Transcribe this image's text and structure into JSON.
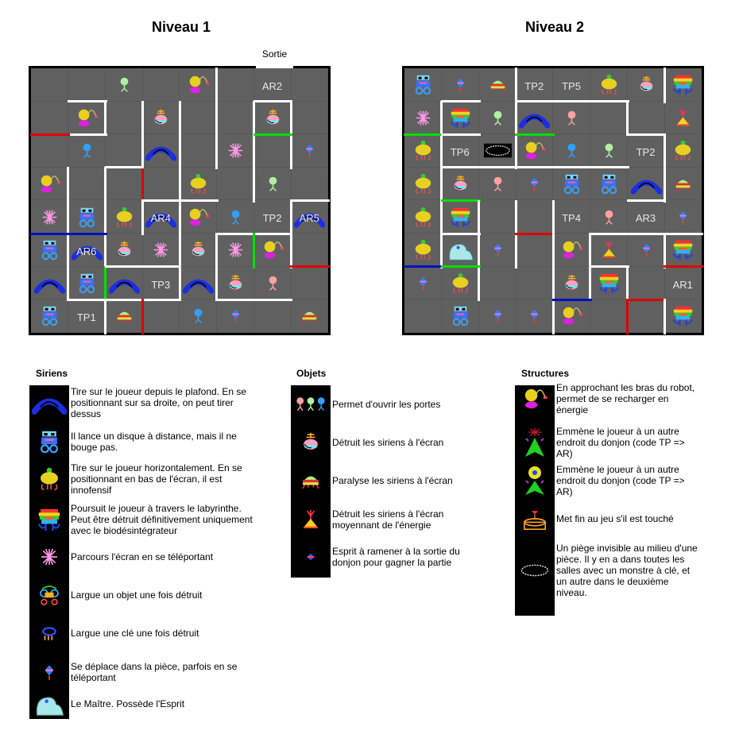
{
  "level1": {
    "title": "Niveau 1",
    "exit_label": "Sortie",
    "grid": [
      [
        null,
        null,
        {
          "sprite": "key-green"
        },
        null,
        {
          "sprite": "robot"
        },
        null,
        {
          "label": "AR2"
        },
        null
      ],
      [
        null,
        {
          "sprite": "robot"
        },
        null,
        {
          "sprite": "bomb"
        },
        null,
        null,
        {
          "sprite": "bomb"
        },
        null
      ],
      [
        null,
        {
          "sprite": "key-blue"
        },
        null,
        {
          "sprite": "ceiling"
        },
        null,
        {
          "sprite": "teleporter"
        },
        null,
        {
          "sprite": "spinner"
        }
      ],
      [
        {
          "sprite": "robot"
        },
        null,
        null,
        null,
        {
          "sprite": "shooter"
        },
        null,
        {
          "sprite": "key-green"
        },
        null
      ],
      [
        {
          "sprite": "teleporter"
        },
        {
          "sprite": "disc"
        },
        {
          "sprite": "shooter"
        },
        {
          "sprite": "ceiling",
          "label": "AR4"
        },
        {
          "sprite": "robot"
        },
        {
          "sprite": "key-blue"
        },
        {
          "label": "TP2"
        },
        {
          "sprite": "ceiling",
          "label": "AR5"
        }
      ],
      [
        {
          "sprite": "disc"
        },
        {
          "sprite": "ceiling",
          "label": "AR6"
        },
        {
          "sprite": "bomb"
        },
        {
          "sprite": "teleporter"
        },
        {
          "sprite": "bomb"
        },
        {
          "sprite": "teleporter"
        },
        {
          "sprite": "robot"
        },
        null
      ],
      [
        {
          "sprite": "ceiling"
        },
        {
          "sprite": "disc"
        },
        {
          "sprite": "ceiling"
        },
        {
          "label": "TP3"
        },
        {
          "sprite": "ceiling"
        },
        {
          "sprite": "bomb"
        },
        {
          "sprite": "key-pink"
        },
        null
      ],
      [
        {
          "sprite": "disc"
        },
        {
          "label": "TP1"
        },
        {
          "sprite": "paralyse"
        },
        null,
        {
          "sprite": "key-blue"
        },
        {
          "sprite": "spinner"
        },
        null,
        {
          "sprite": "paralyse"
        }
      ]
    ]
  },
  "level2": {
    "title": "Niveau 2",
    "grid": [
      [
        {
          "sprite": "disc"
        },
        {
          "sprite": "spinner"
        },
        {
          "sprite": "paralyse"
        },
        {
          "label": "TP2"
        },
        {
          "label": "TP5"
        },
        {
          "sprite": "shooter"
        },
        {
          "sprite": "bomb"
        },
        {
          "sprite": "chaser"
        }
      ],
      [
        {
          "sprite": "teleporter"
        },
        {
          "sprite": "chaser"
        },
        {
          "sprite": "key-green"
        },
        {
          "sprite": "ceiling"
        },
        {
          "sprite": "key-pink"
        },
        null,
        null,
        {
          "sprite": "energy-weapon"
        }
      ],
      [
        {
          "sprite": "shooter"
        },
        {
          "label": "TP6"
        },
        {
          "sprite": "trap"
        },
        {
          "sprite": "robot"
        },
        {
          "sprite": "key-blue"
        },
        {
          "sprite": "key-green"
        },
        {
          "label": "TP2"
        },
        {
          "sprite": "shooter"
        }
      ],
      [
        {
          "sprite": "shooter"
        },
        {
          "sprite": "bomb"
        },
        {
          "sprite": "key-pink"
        },
        {
          "sprite": "spinner"
        },
        {
          "sprite": "disc"
        },
        {
          "sprite": "disc"
        },
        {
          "sprite": "ceiling"
        },
        {
          "sprite": "paralyse"
        }
      ],
      [
        {
          "sprite": "shooter"
        },
        {
          "sprite": "chaser"
        },
        null,
        null,
        {
          "label": "TP4"
        },
        {
          "sprite": "key-pink"
        },
        {
          "label": "AR3"
        },
        {
          "sprite": "spinner"
        }
      ],
      [
        {
          "sprite": "shooter"
        },
        {
          "sprite": "master"
        },
        {
          "sprite": "spinner"
        },
        null,
        {
          "sprite": "robot"
        },
        {
          "sprite": "energy-weapon"
        },
        {
          "sprite": "spinner"
        },
        {
          "sprite": "chaser"
        }
      ],
      [
        {
          "sprite": "spinner"
        },
        {
          "sprite": "shooter"
        },
        null,
        null,
        {
          "sprite": "bomb"
        },
        {
          "sprite": "chaser"
        },
        null,
        {
          "label": "AR1"
        }
      ],
      [
        null,
        {
          "sprite": "disc"
        },
        {
          "sprite": "spinner"
        },
        {
          "sprite": "spinner"
        },
        {
          "sprite": "robot"
        },
        null,
        null,
        {
          "sprite": "chaser"
        }
      ]
    ]
  },
  "colors": {
    "wall": "#ffffff",
    "door_red": "#e00000",
    "door_green": "#00e000",
    "door_blue": "#0010c0",
    "floor": "#606060"
  },
  "legend": {
    "siriens": {
      "title": "Siriens",
      "items": [
        {
          "icon": "ceiling",
          "text": "Tire sur le joueur depuis le plafond. En se positionnant sur sa droite, on peut tirer dessus"
        },
        {
          "icon": "disc",
          "text": "Il lance un disque à distance, mais il ne bouge pas."
        },
        {
          "icon": "shooter",
          "text": "Tire sur le joueur horizontalement. En se positionnant en bas de l'écran, il est innofensif"
        },
        {
          "icon": "chaser",
          "text": "Poursuit le joueur à travers le labyrinthe. Peut être détruit définitivement uniquement avec le biodésintégrateur"
        },
        {
          "icon": "teleporter",
          "text": "Parcours l'écran en se téléportant"
        },
        {
          "icon": "dropper",
          "text": "Largue un objet une fois détruit"
        },
        {
          "icon": "key-dropper",
          "text": "Largue une clé une fois détruit"
        },
        {
          "icon": "spinner",
          "text": "Se déplace dans la pièce, parfois en se téléportant"
        },
        {
          "icon": "master",
          "text": "Le Maître. Possède l'Esprit"
        }
      ]
    },
    "objets": {
      "title": "Objets",
      "items": [
        {
          "icon": "keys",
          "text": "Permet d'ouvrir les portes"
        },
        {
          "icon": "bomb",
          "text": "Détruit les siriens à l'écran"
        },
        {
          "icon": "paralyse",
          "text": "Paralyse les siriens à l'écran"
        },
        {
          "icon": "energy-weapon",
          "text": "Détruit les siriens à l'écran moyennant de l'énergie"
        },
        {
          "icon": "spirit",
          "text": "Esprit à ramener à la sortie du donjon pour gagner la partie"
        }
      ]
    },
    "structures": {
      "title": "Structures",
      "items": [
        {
          "icon": "robot",
          "text": "En approchant les bras du robot, permet de se recharger en énergie"
        },
        {
          "icon": "tp-structure",
          "text": "Emmène le joueur à un autre endroit du donjon (code TP => AR)"
        },
        {
          "icon": "ar-structure",
          "text": "Emmène le joueur à un autre endroit du donjon (code TP => AR)"
        },
        {
          "icon": "end-device",
          "text": "Met fin au jeu s'il est touché"
        },
        {
          "icon": "trap",
          "text": "Un piège invisible au milieu d'une pièce. Il y en a dans toutes les salles avec un monstre à clé, et un autre dans le deuxième niveau."
        }
      ]
    }
  }
}
